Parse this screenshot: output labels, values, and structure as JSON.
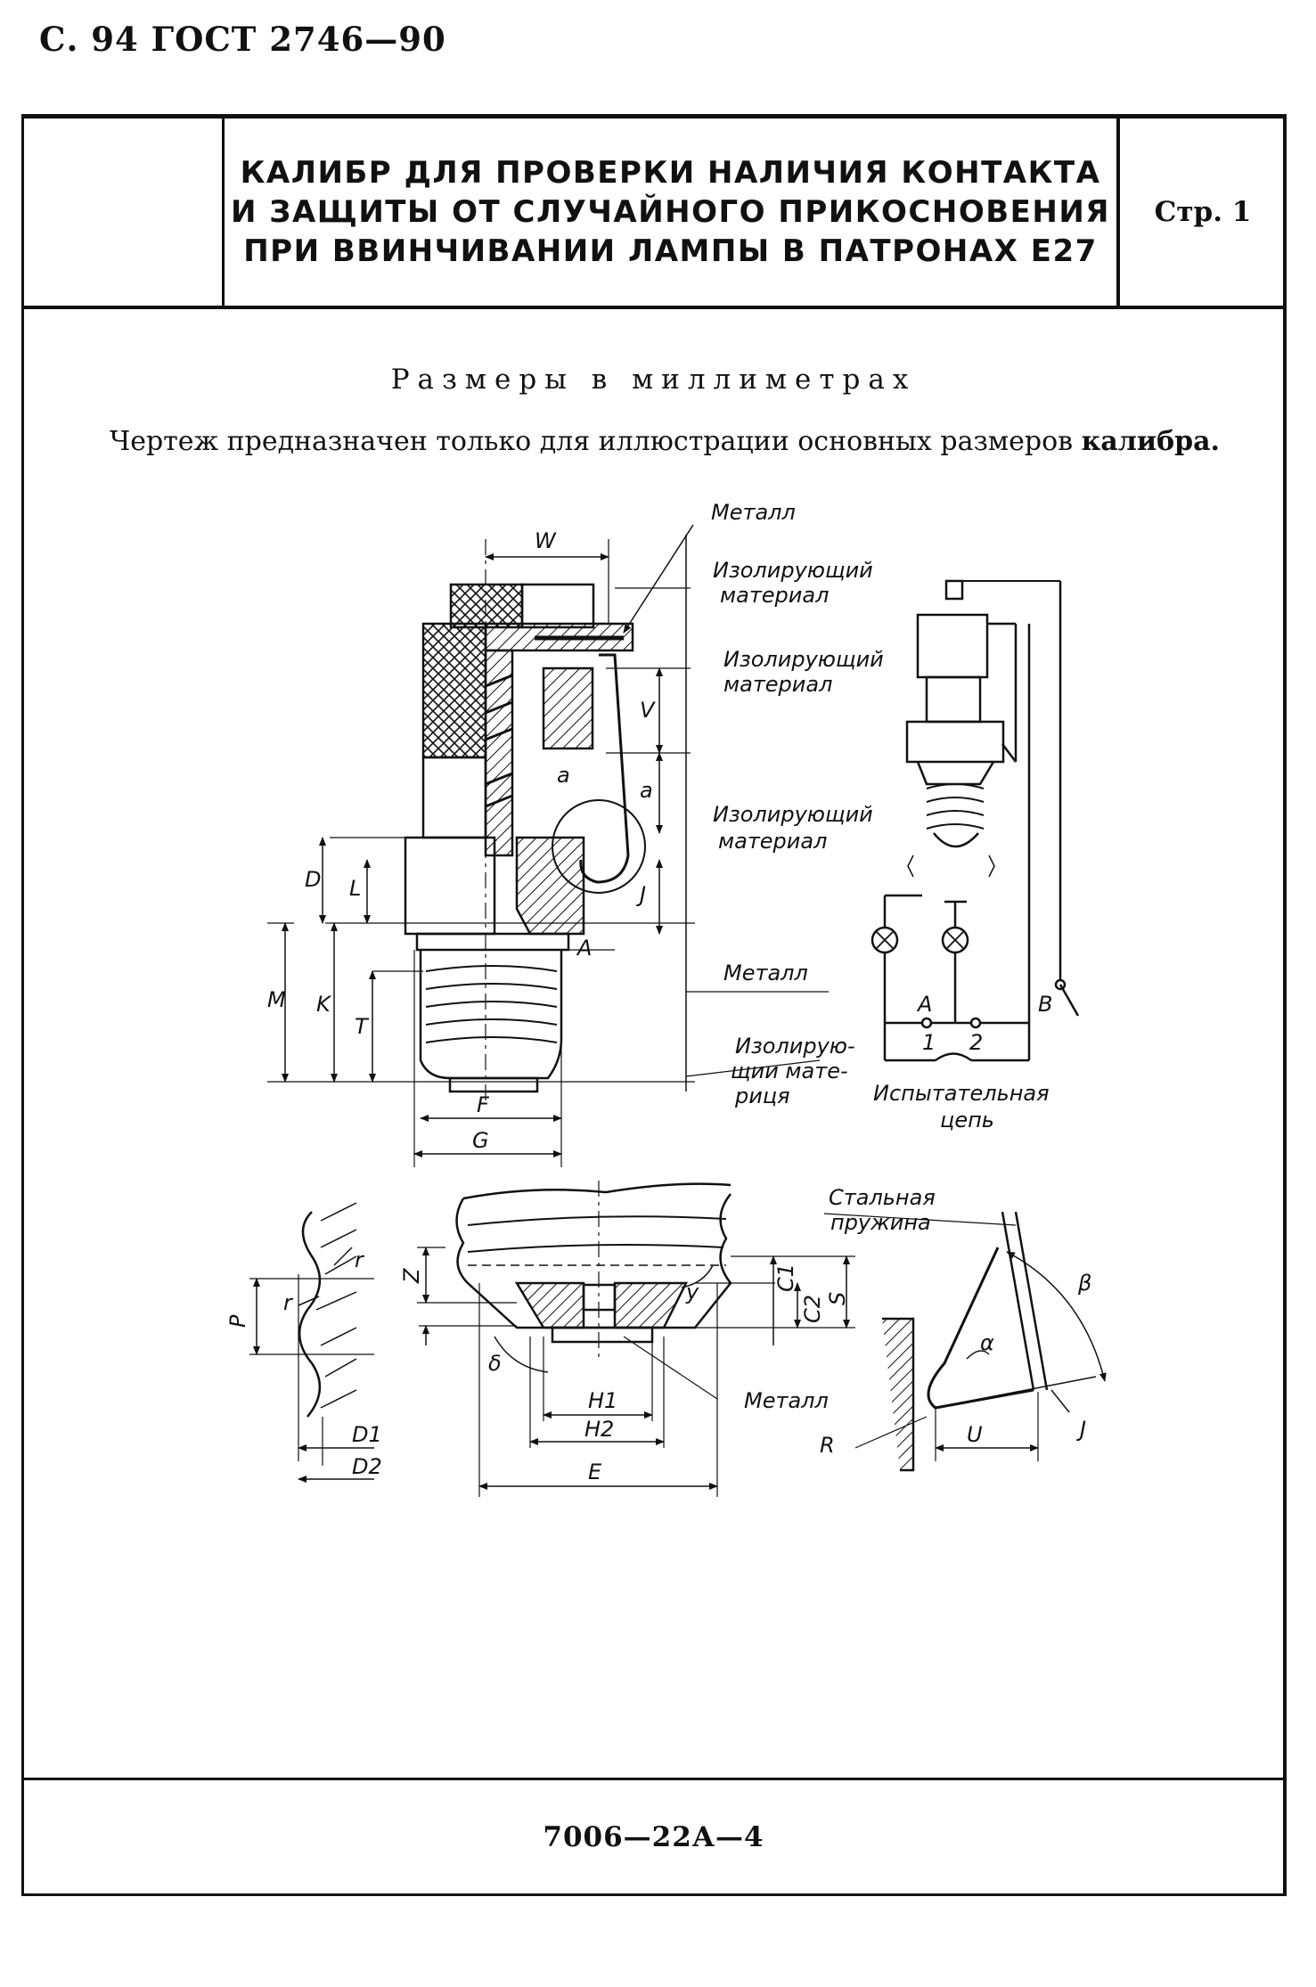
{
  "header": {
    "text": "С. 94 ГОСТ 2746—90"
  },
  "title": {
    "lines": [
      "КАЛИБР ДЛЯ ПРОВЕРКИ НАЛИЧИЯ КОНТАКТА",
      "И ЗАЩИТЫ ОТ СЛУЧАЙНОГО ПРИКОСНОВЕНИЯ",
      "ПРИ ВВИНЧИВАНИИ ЛАМПЫ В ПАТРОНАХ Е27"
    ],
    "page_label": "Стр. 1"
  },
  "units_note": "Размеры в миллиметрах",
  "illustration_note": {
    "prefix": "Чертеж предназначен только для иллюстрации основных размеров ",
    "emphasis": "калибра."
  },
  "drawing_labels": {
    "metal_top": "Металл",
    "insulating_1": [
      "Изолирующий",
      "материал"
    ],
    "insulating_2": [
      "Изолирующий",
      "материал"
    ],
    "insulating_3": [
      "Изолирующий",
      "материал"
    ],
    "metal_mid": "Металл",
    "insulating_4": [
      "Изолирую-",
      "щии мате-",
      "риця"
    ],
    "test_circuit": [
      "Испытательная",
      "цепь"
    ],
    "steel_spring": [
      "Стальная",
      "пружина"
    ],
    "metal_bottom": "Металл",
    "dims": {
      "W": "W",
      "V": "V",
      "a": "a",
      "a2": "a",
      "J": "J",
      "D": "D",
      "L": "L",
      "M": "M",
      "K": "K",
      "T": "T",
      "F": "F",
      "G": "G",
      "A": "A",
      "A2": "A",
      "B": "B",
      "n1": "1",
      "n2": "2",
      "Z": "Z",
      "y": "y",
      "C1": "C1",
      "C2": "C2",
      "S": "S",
      "delta": "δ",
      "H1": "H1",
      "H2": "H2",
      "E": "E",
      "P": "P",
      "r1": "r",
      "r2": "r",
      "D1": "D1",
      "D2": "D2",
      "beta": "β",
      "alpha": "α",
      "R": "R",
      "U": "U",
      "J2": "J"
    }
  },
  "footer": {
    "code": "7006—22А—4"
  }
}
